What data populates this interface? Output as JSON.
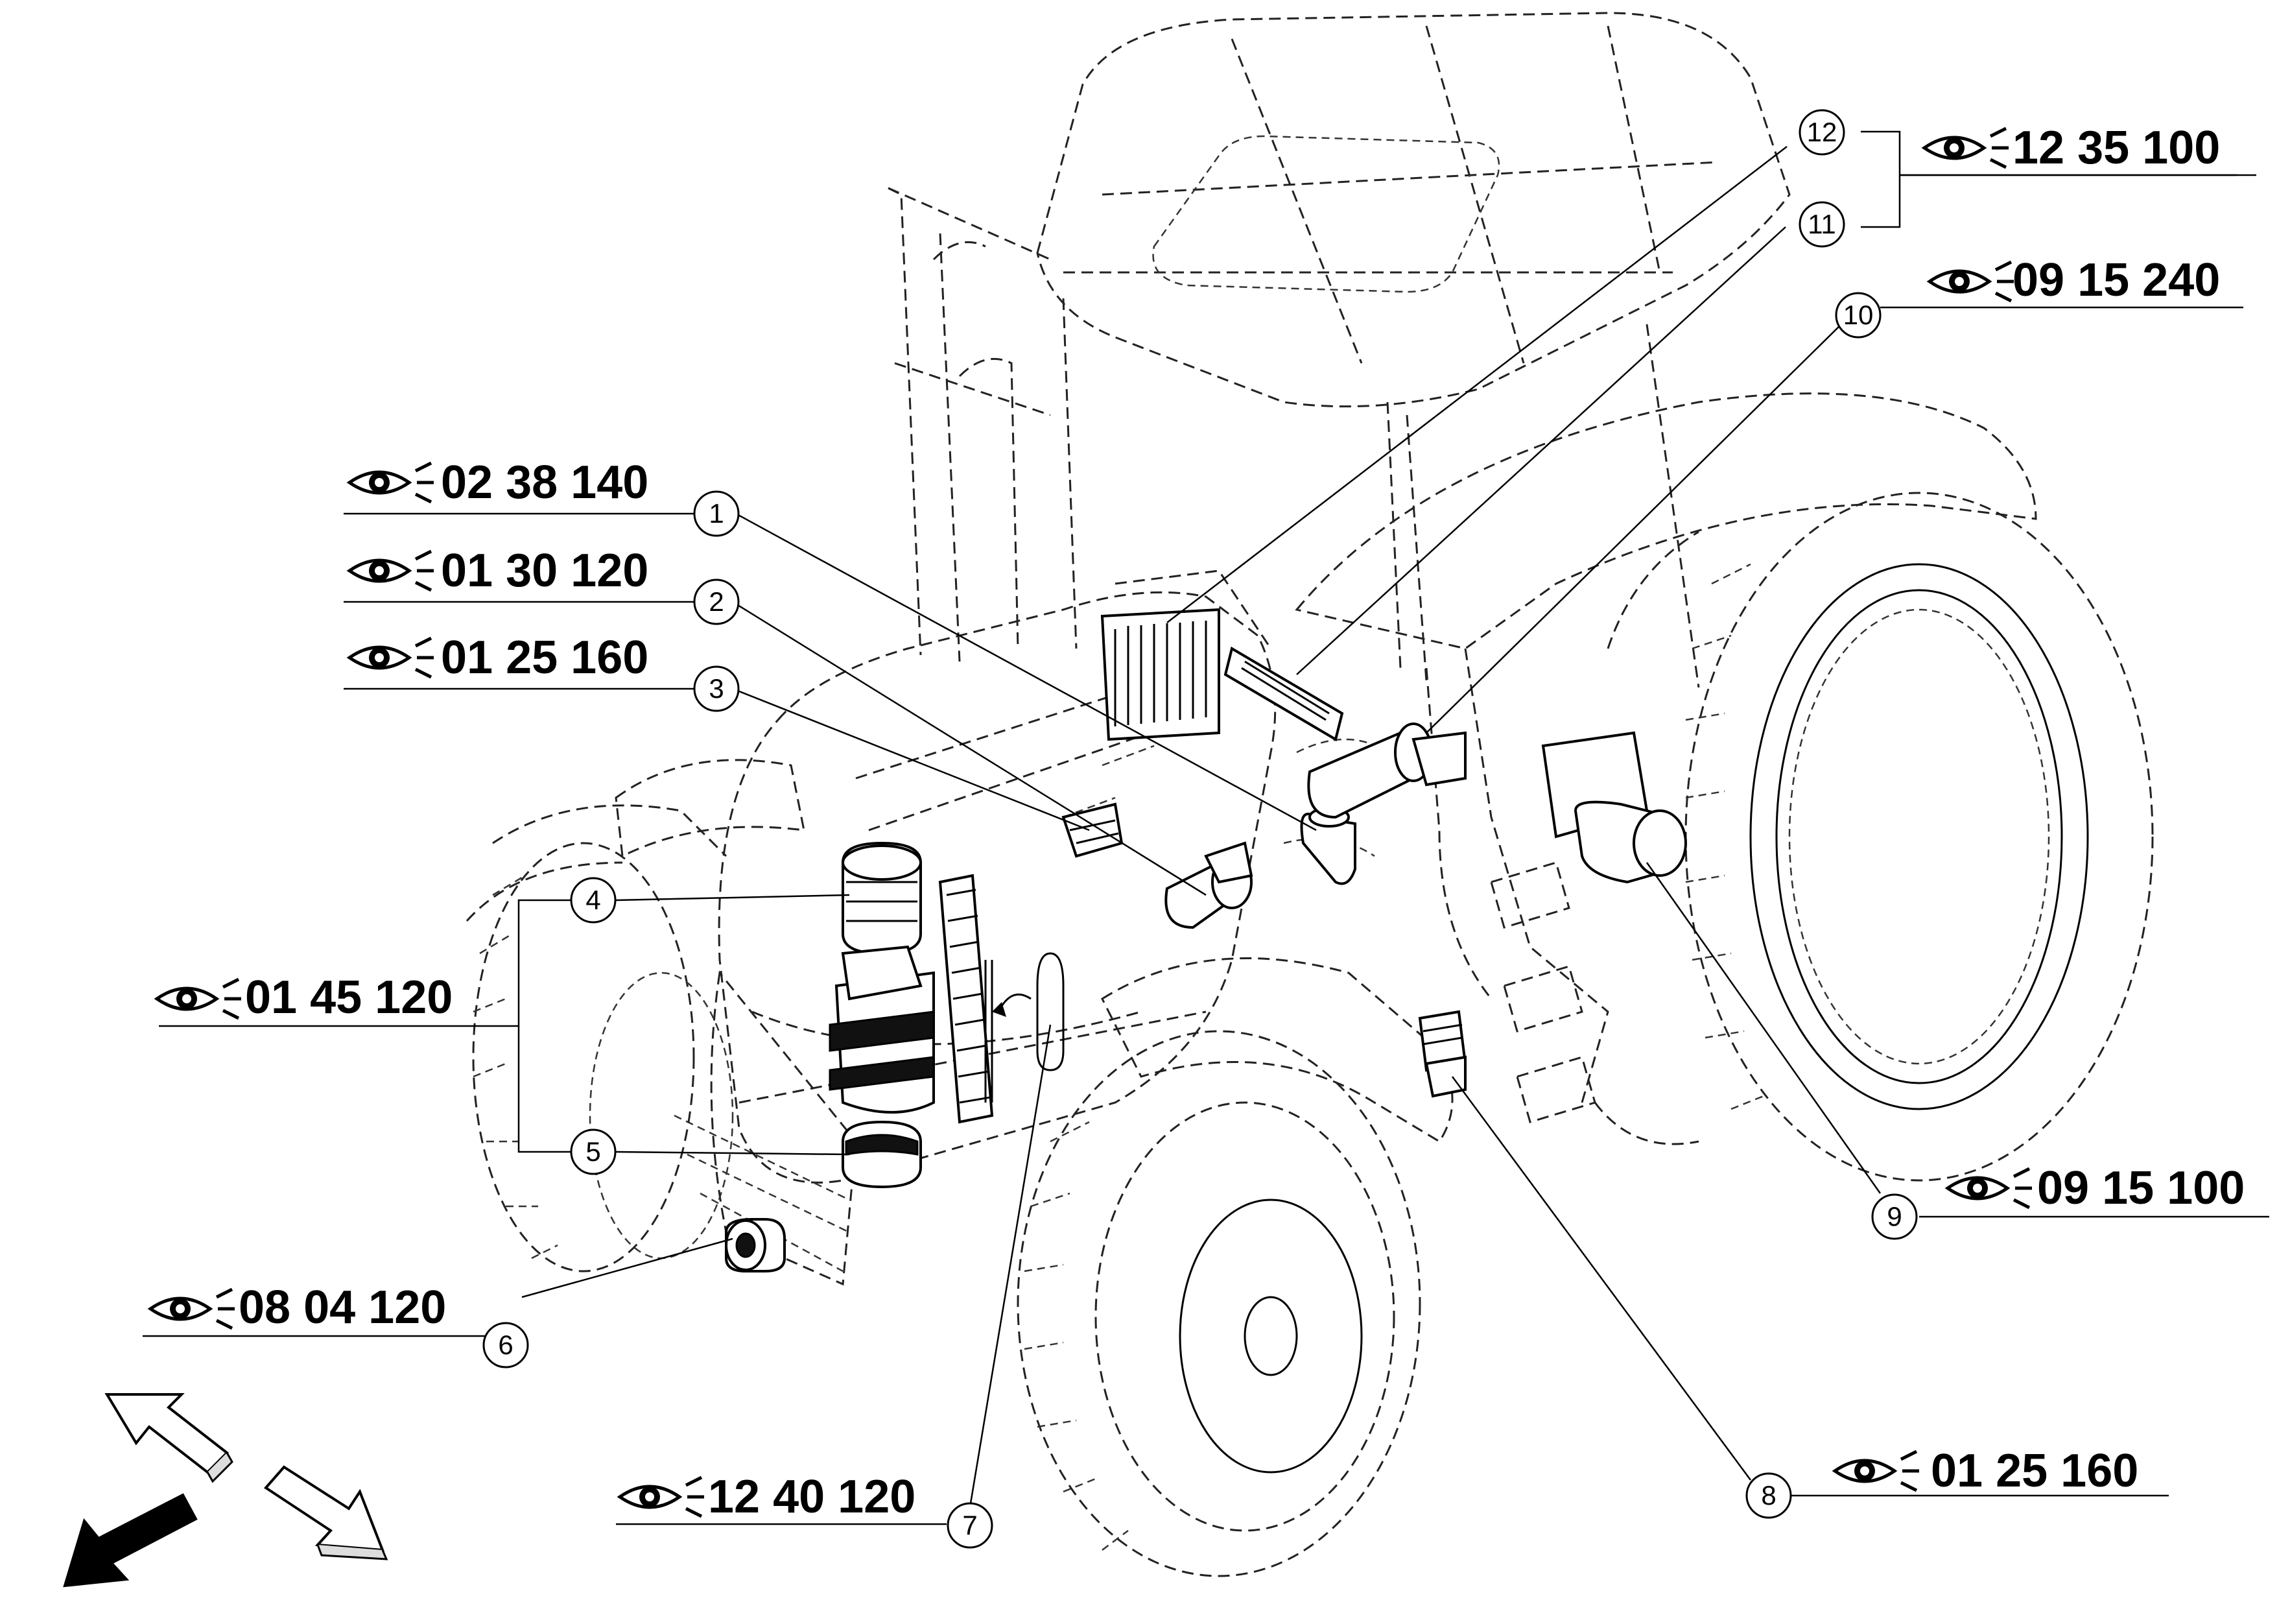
{
  "references": [
    {
      "id": "r1",
      "callouts": [
        "1"
      ],
      "code": "02 38 140"
    },
    {
      "id": "r2",
      "callouts": [
        "2"
      ],
      "code": "01 30 120"
    },
    {
      "id": "r3",
      "callouts": [
        "3"
      ],
      "code": "01 25 160"
    },
    {
      "id": "r4",
      "callouts": [
        "4",
        "5"
      ],
      "code": "01 45 120"
    },
    {
      "id": "r6",
      "callouts": [
        "6"
      ],
      "code": "08 04 120"
    },
    {
      "id": "r7",
      "callouts": [
        "7"
      ],
      "code": "12 40 120"
    },
    {
      "id": "r8",
      "callouts": [
        "8"
      ],
      "code": "01 25 160"
    },
    {
      "id": "r9",
      "callouts": [
        "9"
      ],
      "code": "09 15 100"
    },
    {
      "id": "r10",
      "callouts": [
        "10"
      ],
      "code": "09 15 240"
    },
    {
      "id": "r12",
      "callouts": [
        "11",
        "12"
      ],
      "code": "12 35 100"
    }
  ],
  "callouts": {
    "c1": "1",
    "c2": "2",
    "c3": "3",
    "c4": "4",
    "c5": "5",
    "c6": "6",
    "c7": "7",
    "c8": "8",
    "c9": "9",
    "c10": "10",
    "c11": "11",
    "c12": "12"
  },
  "icons": {
    "reference": "eye-icon",
    "orientation": [
      "arrow-up-left-icon",
      "arrow-down-left-icon",
      "arrow-down-right-icon"
    ]
  },
  "colors": {
    "line": "#000000",
    "background": "#ffffff"
  }
}
